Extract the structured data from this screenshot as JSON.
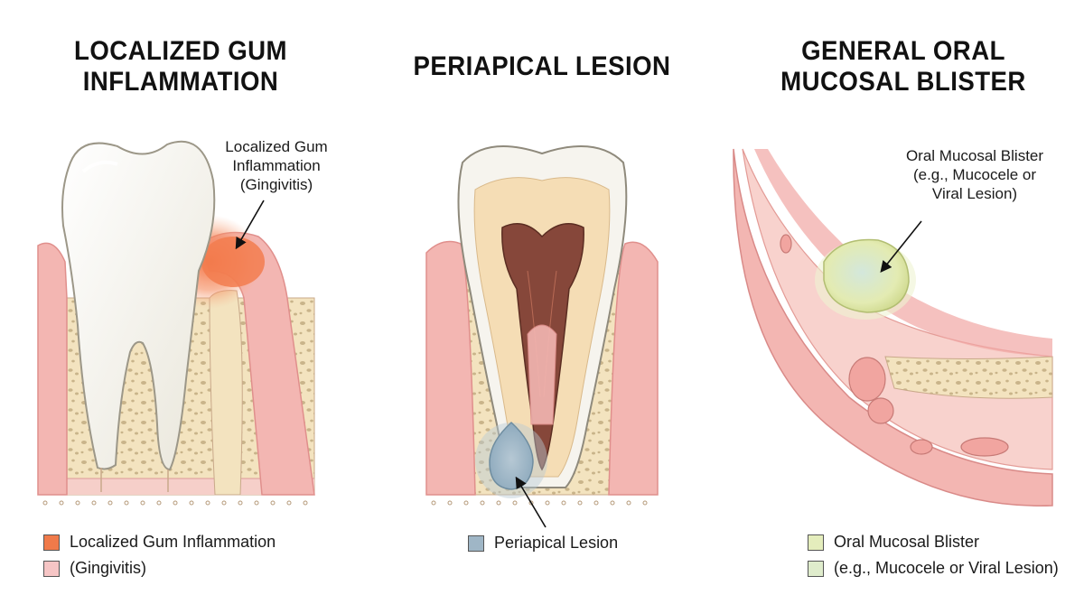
{
  "panels": [
    {
      "title_lines": [
        "LOCALIZED GUM",
        "INFLAMMATION"
      ],
      "callout_lines": [
        "Localized Gum",
        "Inflammation",
        "(Gingivitis)"
      ],
      "legend": [
        {
          "label": "Localized Gum Inflammation",
          "color": "#f07a4a"
        },
        {
          "label": "(Gingivitis)",
          "color": "#f6c5c5"
        }
      ]
    },
    {
      "title_lines": [
        "PERIAPICAL LESION"
      ],
      "legend": [
        {
          "label": "Periapical Lesion",
          "color": "#9fb6c6"
        }
      ]
    },
    {
      "title_lines": [
        "GENERAL ORAL",
        "MUCOSAL BLISTER"
      ],
      "callout_lines": [
        "Oral Mucosal Blister",
        "(e.g., Mucocele or",
        "Viral Lesion)"
      ],
      "legend": [
        {
          "label": "Oral Mucosal Blister",
          "color": "#e4edbc"
        },
        {
          "label": "(e.g., Mucocele or Viral Lesion)",
          "color": "#dfeccc"
        }
      ]
    }
  ],
  "colors": {
    "gum": "#f3b6b2",
    "gum_dark": "#e58f8f",
    "bone": "#f3e3bf",
    "bone_spot": "#c9b48a",
    "enamel": "#f7f6f1",
    "dentin": "#f5ddb5",
    "pulp": "#8a4a3a",
    "inflammation": "#f07a4a",
    "lesion": "#9fb6c6",
    "blister": "#dfe8b4"
  }
}
